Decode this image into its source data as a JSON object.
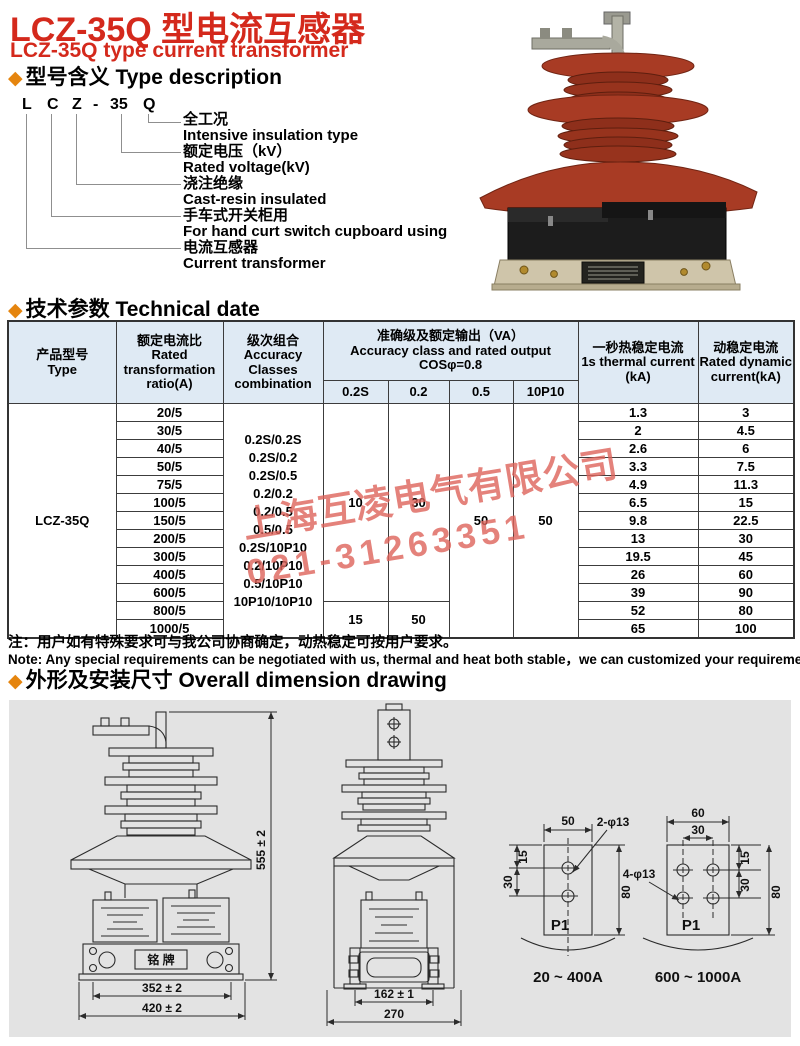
{
  "page": {
    "title_zh": "LCZ-35Q 型电流互感器",
    "title_en": "LCZ-35Q type current transformer"
  },
  "sections": {
    "type_desc": "型号含义 Type description",
    "tech": "技术参数 Technical date",
    "dimension": "外形及安装尺寸 Overall dimension drawing"
  },
  "type_diagram": {
    "code_chars": [
      "L",
      "C",
      "Z",
      "-",
      "35",
      "Q"
    ],
    "labels": [
      {
        "zh": "全工况",
        "en": "Intensive insulation type"
      },
      {
        "zh": "额定电压（kV）",
        "en": "Rated voltage(kV)"
      },
      {
        "zh": "浇注绝缘",
        "en": "Cast-resin insulated"
      },
      {
        "zh": "手车式开关柜用",
        "en": "For hand curt switch cupboard using"
      },
      {
        "zh": "电流互感器",
        "en": "Current transformer"
      }
    ]
  },
  "tech_table": {
    "headers": {
      "type": [
        "产品型号",
        "Type"
      ],
      "ratio": [
        "额定电流比",
        "Rated",
        "transformation",
        "ratio(A)"
      ],
      "combination": [
        "级次组合",
        "Accuracy",
        "Classes",
        "combination"
      ],
      "output_group": [
        "准确级及额定输出（VA）",
        "Accuracy class and rated output",
        "COSφ=0.8"
      ],
      "output_cols": [
        "0.2S",
        "0.2",
        "0.5",
        "10P10"
      ],
      "thermal": [
        "一秒热稳定电流",
        "1s thermal current",
        "(kA)"
      ],
      "dynamic": [
        "动稳定电流",
        "Rated dynamic",
        "current(kA)"
      ]
    },
    "product_type": "LCZ-35Q",
    "combinations": [
      "0.2S/0.2S",
      "0.2S/0.2",
      "0.2S/0.5",
      "0.2/0.2",
      "0.2/0.5",
      "0.5/0.5",
      "0.2S/10P10",
      "0.2/10P10",
      "0.5/10P10",
      "10P10/10P10"
    ],
    "rows": [
      {
        "ratio": "20/5",
        "thermal": "1.3",
        "dynamic": "3"
      },
      {
        "ratio": "30/5",
        "thermal": "2",
        "dynamic": "4.5"
      },
      {
        "ratio": "40/5",
        "thermal": "2.6",
        "dynamic": "6"
      },
      {
        "ratio": "50/5",
        "thermal": "3.3",
        "dynamic": "7.5"
      },
      {
        "ratio": "75/5",
        "thermal": "4.9",
        "dynamic": "11.3"
      },
      {
        "ratio": "100/5",
        "thermal": "6.5",
        "dynamic": "15"
      },
      {
        "ratio": "150/5",
        "thermal": "9.8",
        "dynamic": "22.5"
      },
      {
        "ratio": "200/5",
        "thermal": "13",
        "dynamic": "30"
      },
      {
        "ratio": "300/5",
        "thermal": "19.5",
        "dynamic": "45"
      },
      {
        "ratio": "400/5",
        "thermal": "26",
        "dynamic": "60"
      },
      {
        "ratio": "600/5",
        "thermal": "39",
        "dynamic": "90"
      },
      {
        "ratio": "800/5",
        "thermal": "52",
        "dynamic": "80"
      },
      {
        "ratio": "1000/5",
        "thermal": "65",
        "dynamic": "100"
      }
    ],
    "outputs": {
      "s02_main": "10",
      "c02_main": "30",
      "c05_all": "50",
      "p10_all": "50",
      "s02_last": "15",
      "c02_last": "50",
      "main_span": 11,
      "last_span": 2
    }
  },
  "watermark": {
    "line1": "上海互凌电气有限公司",
    "line2": "021-31263351"
  },
  "note": {
    "zh": "注：用户如有特殊要求可与我公司协商确定，动热稳定可按用户要求。",
    "en": "Note: Any special requirements can be negotiated with us, thermal and heat both stable，we can customized your requirement."
  },
  "drawings": {
    "front": {
      "height": "555 ± 2",
      "inner_width": "352 ± 2",
      "outer_width": "420 ± 2",
      "nameplate": "铭 牌"
    },
    "side": {
      "inner_width": "162 ± 1",
      "outer_width": "270"
    },
    "pattern1": {
      "width": "50",
      "holes": "2-φ13",
      "d1": "15",
      "d2": "30",
      "height": "80",
      "plate": "P1",
      "caption": "20 ~ 400A"
    },
    "pattern2": {
      "width": "60",
      "inner": "30",
      "holes": "4-φ13",
      "d1": "15",
      "d2": "30",
      "height": "80",
      "plate": "P1",
      "caption": "600 ~ 1000A"
    }
  },
  "colors": {
    "accent_red": "#d4291c",
    "diamond_orange": "#e5850f",
    "header_blue": "#dfeaf4",
    "watermark_red": "#de635b"
  }
}
